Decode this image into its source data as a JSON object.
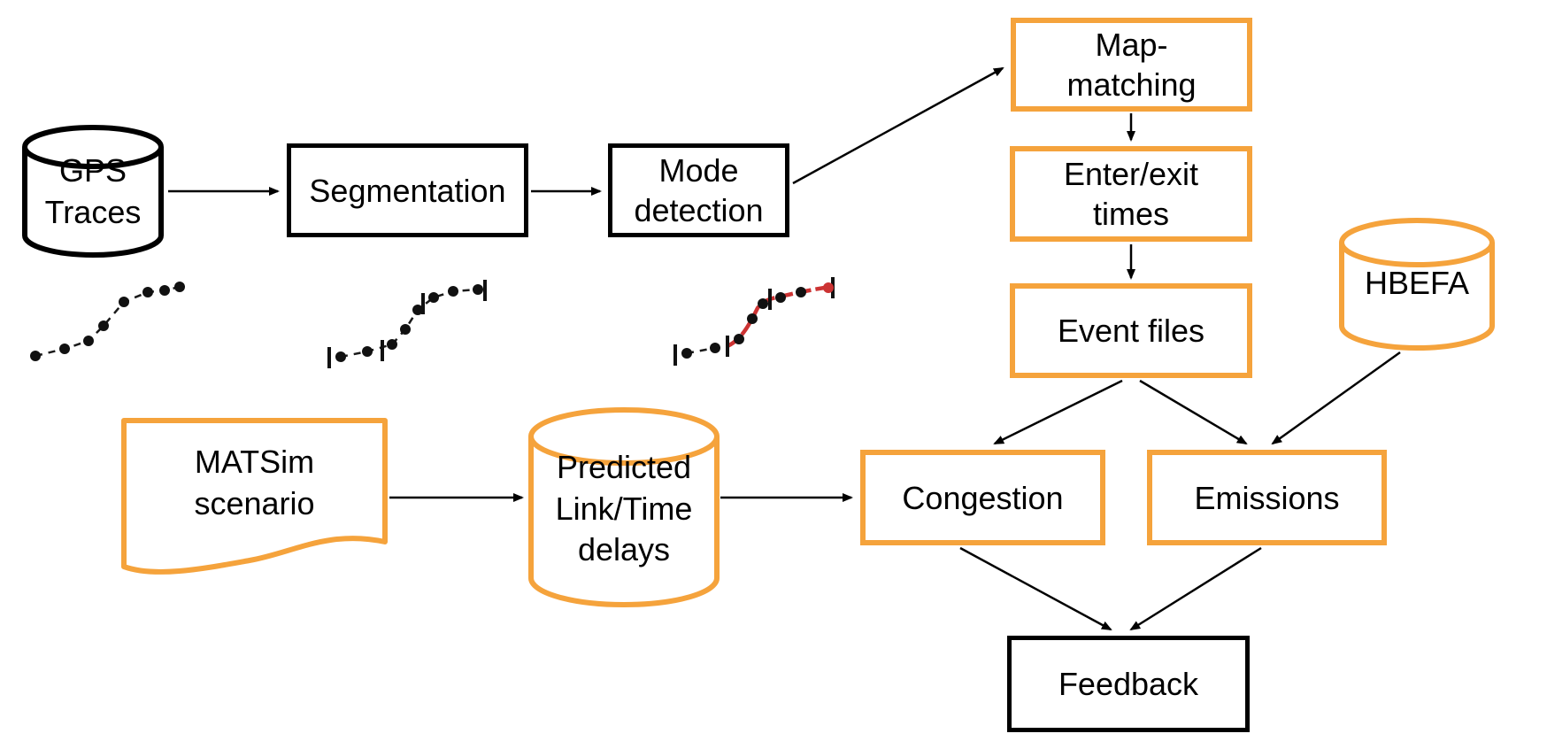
{
  "diagram": {
    "colors": {
      "accent_orange": "#f5a33c",
      "node_black": "#000000",
      "highlight_red": "#cc3333",
      "background": "#ffffff"
    },
    "nodes": {
      "gps_traces": {
        "shape": "cylinder",
        "color": "black",
        "lines": [
          "GPS",
          "Traces"
        ]
      },
      "segmentation": {
        "shape": "rect",
        "color": "black",
        "lines": [
          "Segmentation"
        ]
      },
      "mode_detection": {
        "shape": "rect",
        "color": "black",
        "lines": [
          "Mode",
          "detection"
        ]
      },
      "map_matching": {
        "shape": "rect",
        "color": "orange",
        "lines": [
          "Map-",
          "matching"
        ]
      },
      "enter_exit_times": {
        "shape": "rect",
        "color": "orange",
        "lines": [
          "Enter/exit",
          "times"
        ]
      },
      "event_files": {
        "shape": "rect",
        "color": "orange",
        "lines": [
          "Event files"
        ]
      },
      "hbefa": {
        "shape": "cylinder",
        "color": "orange",
        "lines": [
          "HBEFA"
        ]
      },
      "matsim_scenario": {
        "shape": "document",
        "color": "orange",
        "lines": [
          "MATSim",
          "scenario"
        ]
      },
      "predicted_delays": {
        "shape": "cylinder",
        "color": "orange",
        "lines": [
          "Predicted",
          "Link/Time",
          "delays"
        ]
      },
      "congestion": {
        "shape": "rect",
        "color": "orange",
        "lines": [
          "Congestion"
        ]
      },
      "emissions": {
        "shape": "rect",
        "color": "orange",
        "lines": [
          "Emissions"
        ]
      },
      "feedback": {
        "shape": "rect",
        "color": "black",
        "lines": [
          "Feedback"
        ]
      }
    },
    "edges": [
      {
        "from": "gps_traces",
        "to": "segmentation"
      },
      {
        "from": "segmentation",
        "to": "mode_detection"
      },
      {
        "from": "mode_detection",
        "to": "map_matching"
      },
      {
        "from": "map_matching",
        "to": "enter_exit_times"
      },
      {
        "from": "enter_exit_times",
        "to": "event_files"
      },
      {
        "from": "event_files",
        "to": "congestion"
      },
      {
        "from": "event_files",
        "to": "emissions"
      },
      {
        "from": "hbefa",
        "to": "emissions"
      },
      {
        "from": "matsim_scenario",
        "to": "predicted_delays"
      },
      {
        "from": "predicted_delays",
        "to": "congestion"
      },
      {
        "from": "congestion",
        "to": "feedback"
      },
      {
        "from": "emissions",
        "to": "feedback"
      }
    ],
    "sketches": [
      {
        "id": "trace-raw-gps",
        "description": "gps-trace-dots-icon"
      },
      {
        "id": "trace-segmented",
        "description": "gps-trace-segment-ticks-icon"
      },
      {
        "id": "trace-mode-detected",
        "description": "gps-trace-red-mode-icon"
      }
    ]
  }
}
